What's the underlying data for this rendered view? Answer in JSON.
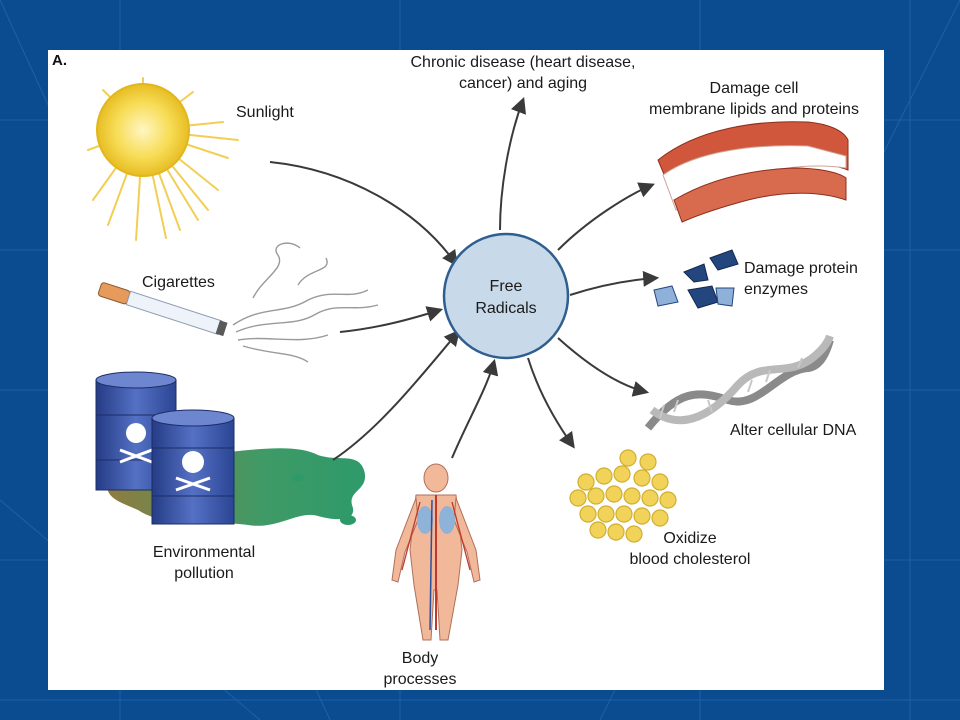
{
  "panel_label": "A.",
  "center": {
    "line1": "Free",
    "line2": "Radicals"
  },
  "sources": {
    "sunlight": "Sunlight",
    "cigarettes": "Cigarettes",
    "pollution": {
      "line1": "Environmental",
      "line2": "pollution"
    },
    "body": {
      "line1": "Body",
      "line2": "processes"
    }
  },
  "effects": {
    "chronic": {
      "line1": "Chronic disease (heart disease,",
      "line2": "cancer) and aging"
    },
    "membrane": {
      "line1": "Damage cell",
      "line2": "membrane lipids and proteins"
    },
    "protein": {
      "line1": "Damage protein",
      "line2": "enzymes"
    },
    "dna": "Alter cellular DNA",
    "cholesterol": {
      "line1": "Oxidize",
      "line2": "blood cholesterol"
    }
  },
  "colors": {
    "slide_background": "#0a4a8c",
    "center_fill": "#c8d9ea",
    "center_stroke": "#2f5f8f",
    "arrow": "#3a3a3a",
    "barrel": "#3d57a6",
    "sun": "#f5d23c",
    "cholesterol": "#f2d35a"
  }
}
